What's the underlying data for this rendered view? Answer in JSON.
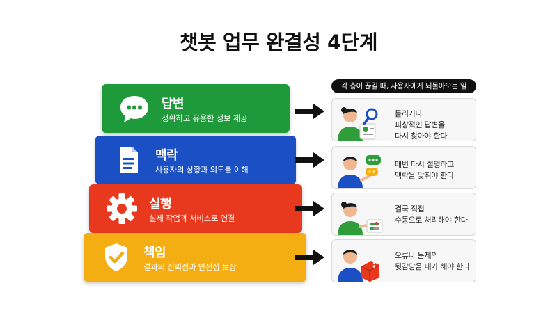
{
  "title": "챗봇 업무 완결성 4단계",
  "header": "각 층이 끊길 때, 사용자에게 되돌아오는 일",
  "tiers": [
    {
      "name": "답변",
      "desc": "정확하고 유용한 정보 제공",
      "color": "#1f9a3a",
      "icon": "chat-bubble-icon"
    },
    {
      "name": "맥락",
      "desc": "사용자의 상황과 의도를 이해",
      "color": "#1b4fc4",
      "icon": "document-icon"
    },
    {
      "name": "실행",
      "desc": "실제 작업과 서비스로 연결",
      "color": "#e8391e",
      "icon": "gear-icon"
    },
    {
      "name": "책임",
      "desc": "결과의 신뢰성과 안전성 보장",
      "color": "#f4ae12",
      "icon": "shield-check-icon"
    }
  ],
  "outcomes": [
    {
      "line1": "틀리거나",
      "line2": "피상적인 답변을",
      "line3": "다시 찾아야 한다",
      "icon": "person-magnifier-icon"
    },
    {
      "line1": "매번 다시 설명하고",
      "line2": "맥락을 맞춰야 한다",
      "line3": "",
      "icon": "person-speech-icon"
    },
    {
      "line1": "결국 직접",
      "line2": "수동으로 처리해야 한다",
      "line3": "",
      "icon": "person-switches-icon"
    },
    {
      "line1": "오류나 문제의",
      "line2": "뒷감당을 내가 해야 한다",
      "line3": "",
      "icon": "person-warning-box-icon"
    }
  ]
}
